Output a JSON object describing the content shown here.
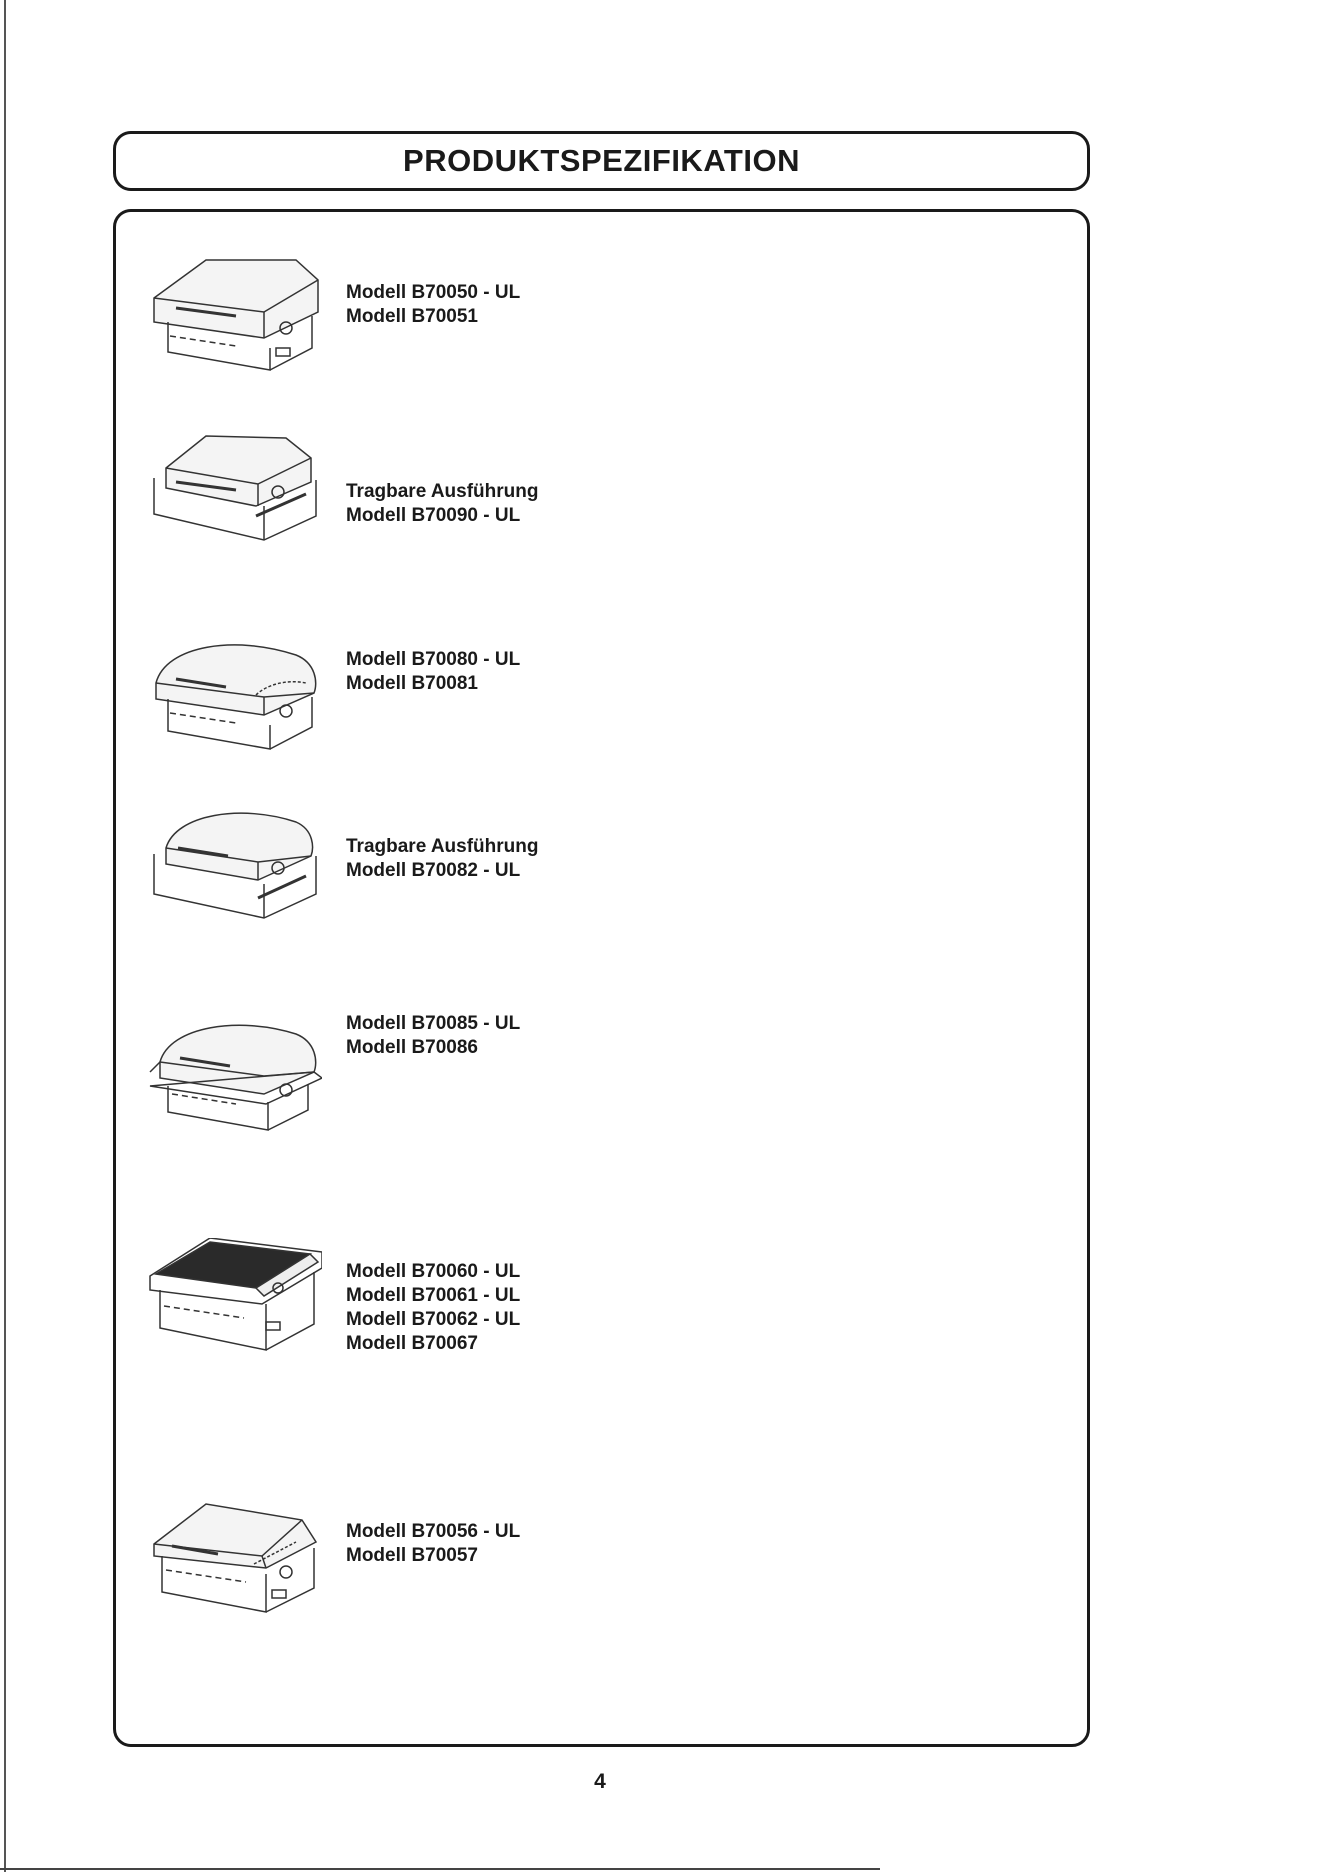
{
  "header": {
    "title": "PRODUKTSPEZIFIKATION"
  },
  "products": [
    {
      "lines": [
        "Modell B70050 - UL",
        "Modell B70051"
      ]
    },
    {
      "lines": [
        "Tragbare Ausführung",
        "Modell B70090 - UL"
      ]
    },
    {
      "lines": [
        "Modell B70080 - UL",
        "Modell B70081"
      ]
    },
    {
      "lines": [
        "Tragbare Ausführung",
        "Modell B70082 - UL"
      ]
    },
    {
      "lines": [
        "Modell B70085 - UL",
        "Modell B70086"
      ]
    },
    {
      "lines": [
        "Modell B70060 - UL",
        "Modell B70061 - UL",
        "Modell B70062 - UL",
        "Modell B70067"
      ]
    },
    {
      "lines": [
        "Modell B70056 - UL",
        "Modell B70057"
      ]
    }
  ],
  "footer": {
    "page_number": "4"
  },
  "icons": [
    "grill-flat-lid-icon",
    "portable-grill-flat-lid-icon",
    "grill-dome-lid-icon",
    "portable-grill-dome-lid-icon",
    "grill-dome-lid-flange-icon",
    "griddle-plate-icon",
    "grill-sloped-lid-icon"
  ]
}
